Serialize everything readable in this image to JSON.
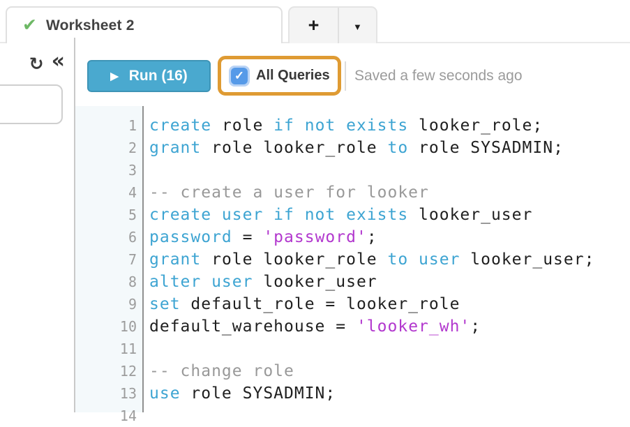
{
  "tab_bar": {
    "active_tab_label": "Worksheet 2",
    "check_icon": "✔",
    "new_tab_label": "+",
    "menu_icon": "▼"
  },
  "side_panel": {
    "refresh_icon": "↻",
    "collapse_icon": "«"
  },
  "toolbar": {
    "play_icon": "▶",
    "run_label": "Run (16)",
    "checkbox_check_icon": "✓",
    "all_queries_checked": true,
    "all_queries_label": "All Queries",
    "saved_status": "Saved a few seconds ago"
  },
  "colors": {
    "run_button_bg": "#4AA9CF",
    "keyword_blue": "#3DA4D2",
    "string_magenta": "#B238CE",
    "comment_gray": "#999999",
    "code_text": "#1F1F1F",
    "highlight_orange": "#DF9B33",
    "checkbox_blue": "#569AE8",
    "saved_check_green": "#6DB865",
    "gutter_bg": "#F4F9FB"
  },
  "editor": {
    "lines": [
      {
        "num": "1",
        "tokens": [
          {
            "t": "kw",
            "v": "create"
          },
          {
            "t": "pl",
            "v": " role "
          },
          {
            "t": "kw",
            "v": "if not exists"
          },
          {
            "t": "pl",
            "v": " looker_role;"
          }
        ]
      },
      {
        "num": "2",
        "tokens": [
          {
            "t": "kw",
            "v": "grant"
          },
          {
            "t": "pl",
            "v": " role looker_role "
          },
          {
            "t": "kw",
            "v": "to"
          },
          {
            "t": "pl",
            "v": " role SYSADMIN;"
          }
        ]
      },
      {
        "num": "3",
        "tokens": []
      },
      {
        "num": "4",
        "tokens": [
          {
            "t": "cm",
            "v": "-- create a user for looker"
          }
        ]
      },
      {
        "num": "5",
        "tokens": [
          {
            "t": "kw",
            "v": "create user if not exists"
          },
          {
            "t": "pl",
            "v": " looker_user"
          }
        ]
      },
      {
        "num": "6",
        "tokens": [
          {
            "t": "kw",
            "v": "password"
          },
          {
            "t": "pl",
            "v": " = "
          },
          {
            "t": "str",
            "v": "'password'"
          },
          {
            "t": "pl",
            "v": ";"
          }
        ]
      },
      {
        "num": "7",
        "tokens": [
          {
            "t": "kw",
            "v": "grant"
          },
          {
            "t": "pl",
            "v": " role looker_role "
          },
          {
            "t": "kw",
            "v": "to user"
          },
          {
            "t": "pl",
            "v": " looker_user;"
          }
        ]
      },
      {
        "num": "8",
        "tokens": [
          {
            "t": "kw",
            "v": "alter user"
          },
          {
            "t": "pl",
            "v": " looker_user"
          }
        ]
      },
      {
        "num": "9",
        "tokens": [
          {
            "t": "kw",
            "v": "set"
          },
          {
            "t": "pl",
            "v": " default_role = looker_role"
          }
        ]
      },
      {
        "num": "10",
        "tokens": [
          {
            "t": "pl",
            "v": "default_warehouse = "
          },
          {
            "t": "str",
            "v": "'looker_wh'"
          },
          {
            "t": "pl",
            "v": ";"
          }
        ]
      },
      {
        "num": "11",
        "tokens": []
      },
      {
        "num": "12",
        "tokens": [
          {
            "t": "cm",
            "v": "-- change role"
          }
        ]
      },
      {
        "num": "13",
        "tokens": [
          {
            "t": "kw",
            "v": "use"
          },
          {
            "t": "pl",
            "v": " role SYSADMIN;"
          }
        ]
      },
      {
        "num": "14",
        "tokens": []
      }
    ]
  }
}
